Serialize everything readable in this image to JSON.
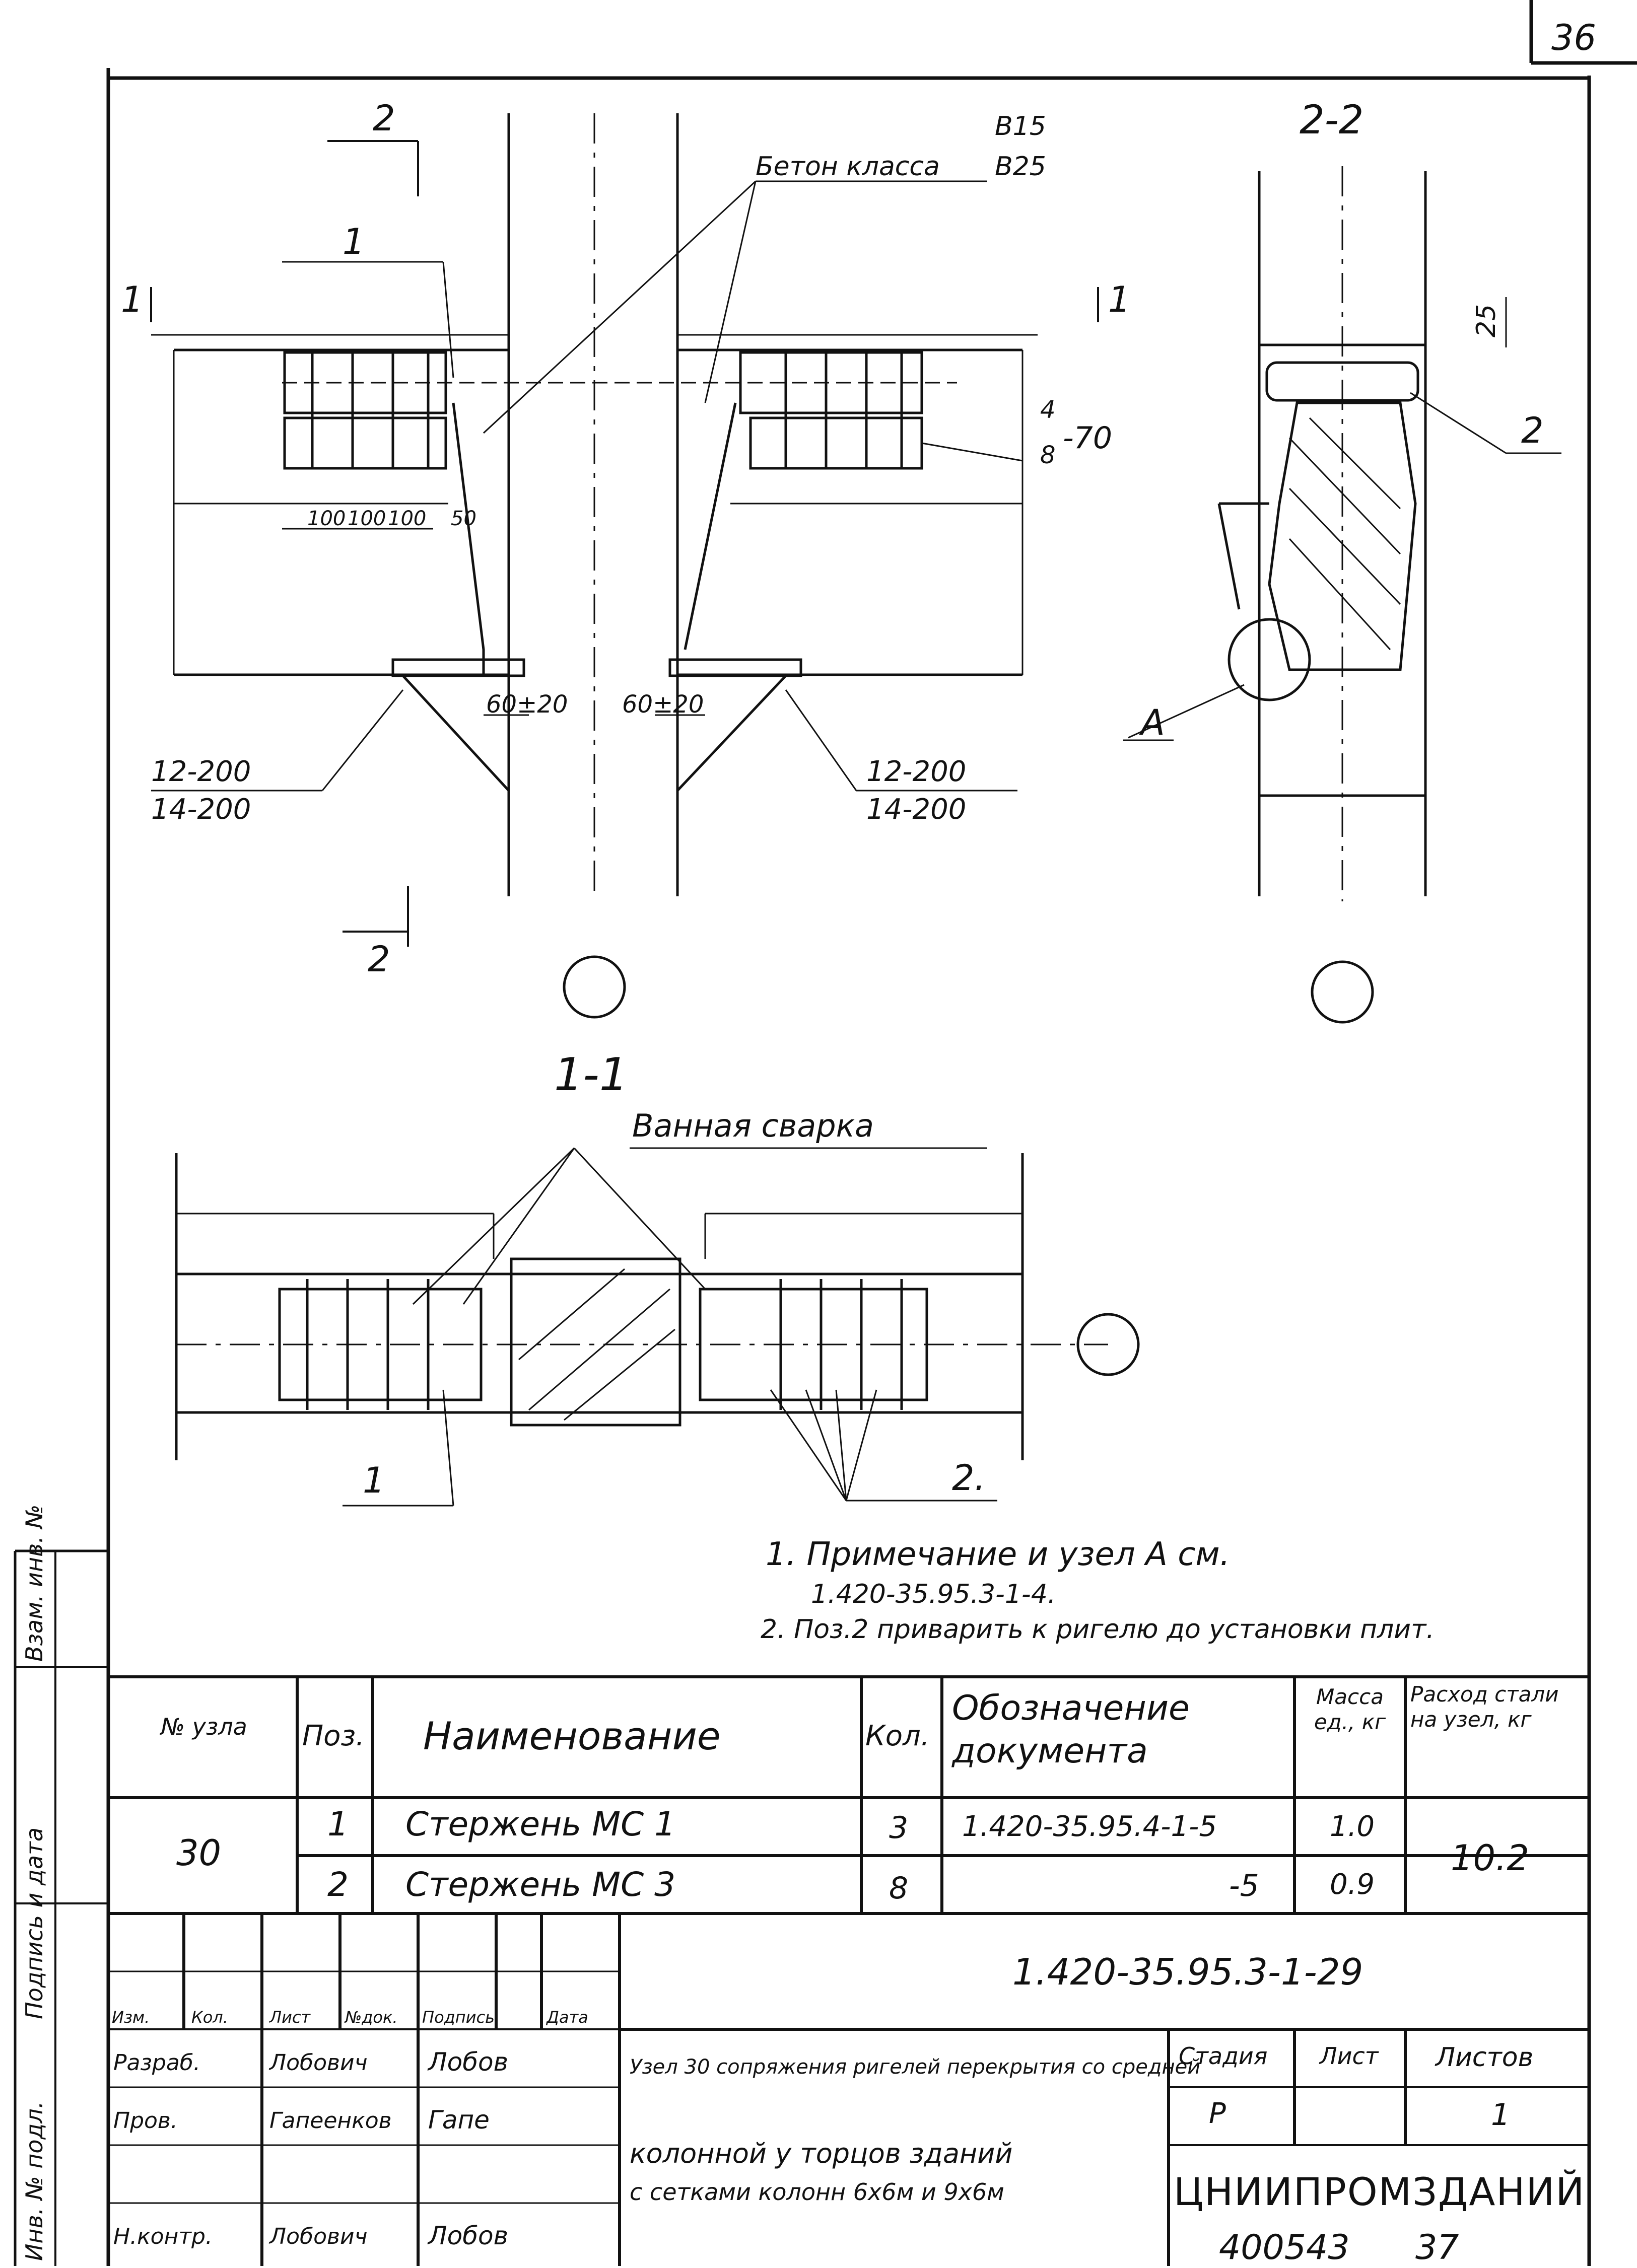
{
  "sheet_number": "36",
  "section_marks": {
    "two_top": "2",
    "two_bottom": "2",
    "one_left": "1",
    "one_right": "1",
    "view_22": "2-2",
    "view_11": "1-1"
  },
  "callouts": {
    "concrete_prefix": "Бетон класса",
    "concrete_top": "B15",
    "concrete_bottom": "B25",
    "pos1_label": "1",
    "pos2_label_view22": "2",
    "fraction_num": "4",
    "fraction_den": "8",
    "fraction_value": "-70",
    "dim_100a": "100",
    "dim_100b": "100",
    "dim_100c": "100",
    "dim_50": "50",
    "gap_left": "60±20",
    "gap_right": "60±20",
    "mesh_left_top": "12-200",
    "mesh_left_bottom": "14-200",
    "mesh_right_top": "12-200",
    "mesh_right_bottom": "14-200",
    "dim_25": "25",
    "node_a": "A",
    "welding": "Ванная сварка",
    "pos1_section": "1",
    "pos2_section": "2."
  },
  "notes": [
    "1. Примечание и узел А см.",
    "1.420-35.95.3-1-4.",
    "2. Поз.2 приварить к ригелю до установки плит."
  ],
  "side_stamp": {
    "inv_orig": "Инв. № подл.",
    "sign_date": "Подпись и дата",
    "inv_dup": "Взам. инв. №"
  },
  "spec_table": {
    "headers": {
      "node": "№ узла",
      "pos": "Поз.",
      "name": "Наименование",
      "qty": "Кол.",
      "doc": "Обозначение документа",
      "mass": "Масса ед., кг",
      "steel": "Расход стали на узел, кг"
    },
    "node_value": "30",
    "rows": [
      {
        "pos": "1",
        "name": "Стержень МС 1",
        "qty": "3",
        "doc": "1.420-35.95.4-1-5",
        "mass": "1.0"
      },
      {
        "pos": "2",
        "name": "Стержень МС 3",
        "qty": "8",
        "doc": "-5",
        "mass": "0.9"
      }
    ],
    "steel_total": "10.2"
  },
  "title_block": {
    "doc_code": "1.420-35.95.3-1-29",
    "rev_headers": [
      "Изм.",
      "Кол.",
      "Лист",
      "№док.",
      "Подпись",
      "Дата"
    ],
    "roles": [
      {
        "role": "Разраб.",
        "name": "Лобович",
        "sign": "Лобов"
      },
      {
        "role": "Пров.",
        "name": "Гапеенков",
        "sign": "Гапе"
      },
      {
        "role": "",
        "name": "",
        "sign": ""
      },
      {
        "role": "Н.контр.",
        "name": "Лобович",
        "sign": "Лобов"
      }
    ],
    "title_lines": [
      "Узел 30 сопряжения ригелей перекрытия со средней",
      "колонной у торцов зданий",
      "с сетками колонн 6х6м и 9х6м"
    ],
    "stage_header": "Стадия",
    "sheet_header": "Лист",
    "sheets_header": "Листов",
    "stage_value": "Р",
    "sheet_value": "",
    "sheets_value": "1",
    "organization": "ЦНИИПРОМЗДАНИЙ"
  },
  "archive_number": "400543",
  "archive_page": "37"
}
